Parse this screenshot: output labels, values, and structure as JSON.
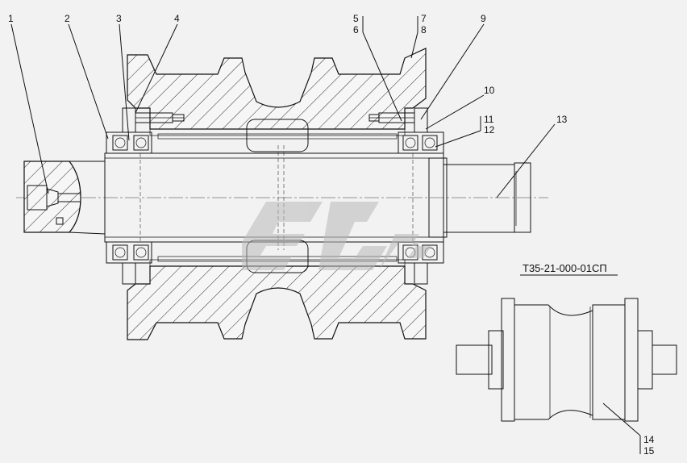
{
  "drawing": {
    "part_number": "Т35-21-000-01СП",
    "colors": {
      "background": "#f2f2f2",
      "line": "#111111",
      "hatch_fill": "#f6f6f6",
      "logo": "#b9b9b9"
    },
    "callouts": [
      {
        "id": "c1",
        "text": "1"
      },
      {
        "id": "c2",
        "text": "2"
      },
      {
        "id": "c3",
        "text": "3"
      },
      {
        "id": "c4",
        "text": "4"
      },
      {
        "id": "c5",
        "text": "5"
      },
      {
        "id": "c6",
        "text": "6"
      },
      {
        "id": "c7",
        "text": "7"
      },
      {
        "id": "c8",
        "text": "8"
      },
      {
        "id": "c9",
        "text": "9"
      },
      {
        "id": "c10",
        "text": "10"
      },
      {
        "id": "c11",
        "text": "11"
      },
      {
        "id": "c12",
        "text": "12"
      },
      {
        "id": "c13",
        "text": "13"
      },
      {
        "id": "c14",
        "text": "14"
      },
      {
        "id": "c15",
        "text": "15"
      }
    ],
    "logo": "watermark-logo"
  }
}
